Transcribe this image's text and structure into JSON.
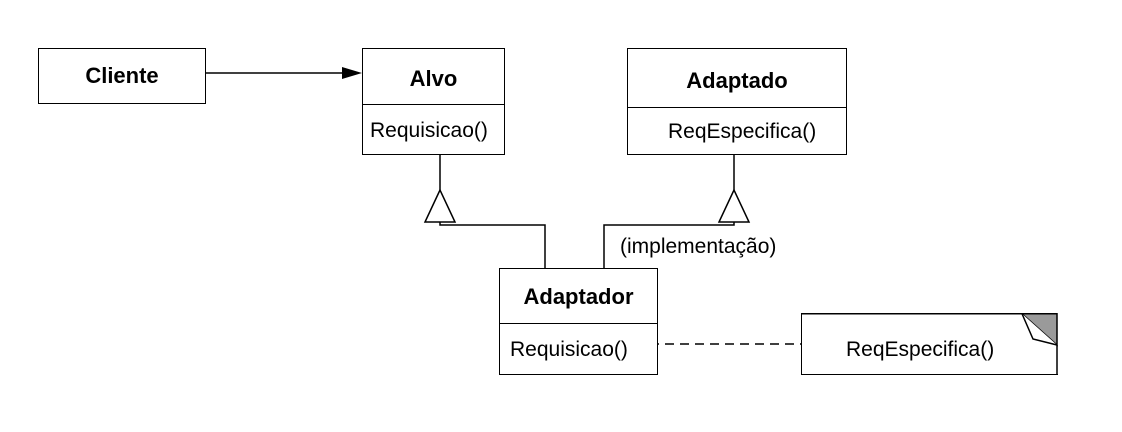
{
  "cliente": {
    "title": "Cliente"
  },
  "alvo": {
    "title": "Alvo",
    "method": "Requisicao()"
  },
  "adaptado": {
    "title": "Adaptado",
    "method": "ReqEspecifica()"
  },
  "adaptador": {
    "title": "Adaptador",
    "method": "Requisicao()"
  },
  "implementation_label": "(implementação)",
  "note": {
    "text": "ReqEspecifica()"
  }
}
